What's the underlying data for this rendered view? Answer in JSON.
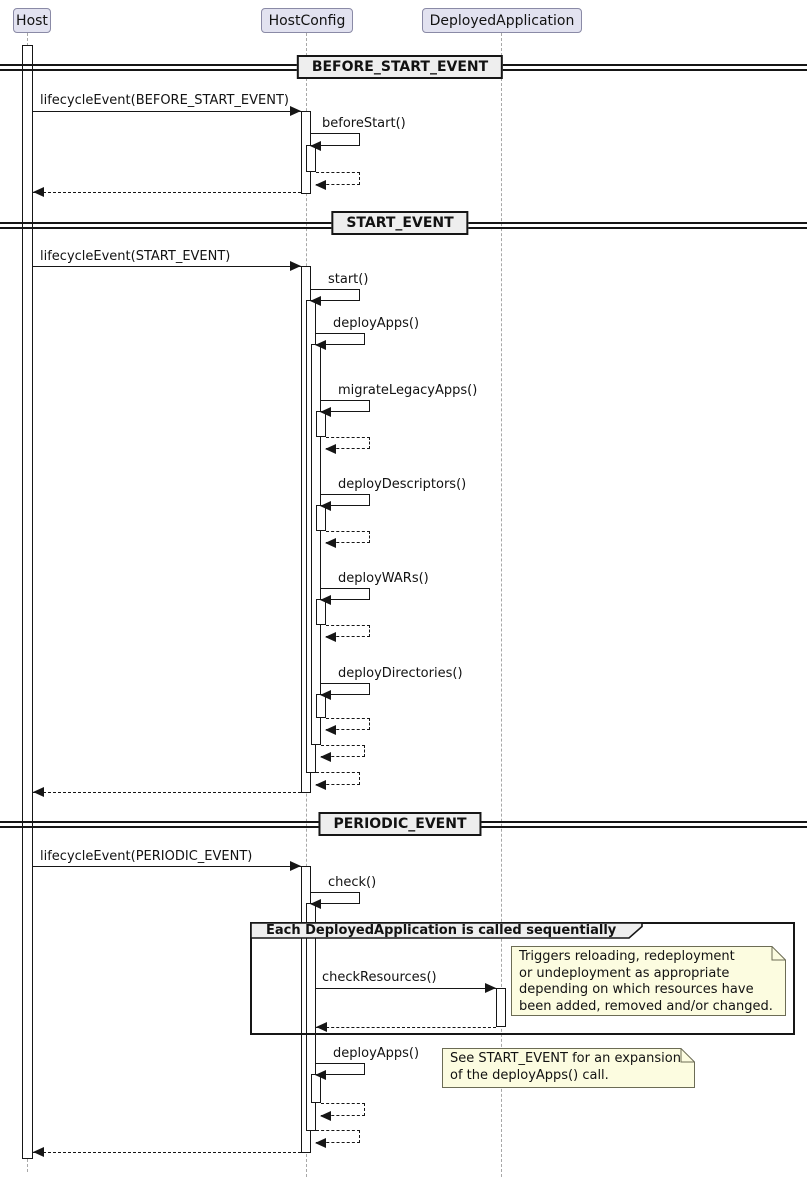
{
  "participants": [
    {
      "name": "Host"
    },
    {
      "name": "HostConfig"
    },
    {
      "name": "DeployedApplication"
    }
  ],
  "dividers": [
    {
      "label": "BEFORE_START_EVENT"
    },
    {
      "label": "START_EVENT"
    },
    {
      "label": "PERIODIC_EVENT"
    }
  ],
  "messages": {
    "lifecycle_before": "lifecycleEvent(BEFORE_START_EVENT)",
    "before_start": "beforeStart()",
    "lifecycle_start": "lifecycleEvent(START_EVENT)",
    "start": "start()",
    "deploy_apps": "deployApps()",
    "migrate_legacy_apps": "migrateLegacyApps()",
    "deploy_descriptors": "deployDescriptors()",
    "deploy_wars": "deployWARs()",
    "deploy_directories": "deployDirectories()",
    "lifecycle_periodic": "lifecycleEvent(PERIODIC_EVENT)",
    "check": "check()",
    "check_resources": "checkResources()"
  },
  "group": {
    "label": "Each DeployedApplication is called sequentially"
  },
  "notes": {
    "check_resources_note": "Triggers reloading, redeployment\nor undeployment as appropriate\ndepending on which resources have\nbeen added, removed and/or changed.",
    "deploy_apps_note": "See START_EVENT for an expansion\nof the deployApps() call."
  },
  "colors": {
    "participant_fill": "#E2E2F0",
    "participant_border": "#8a8aa6",
    "divider_fill": "#EEEEEE",
    "group_header_fill": "#EEEEEE",
    "note_fill": "#FCFCE0",
    "line": "#161616",
    "lifeline": "#a8a8a8"
  }
}
